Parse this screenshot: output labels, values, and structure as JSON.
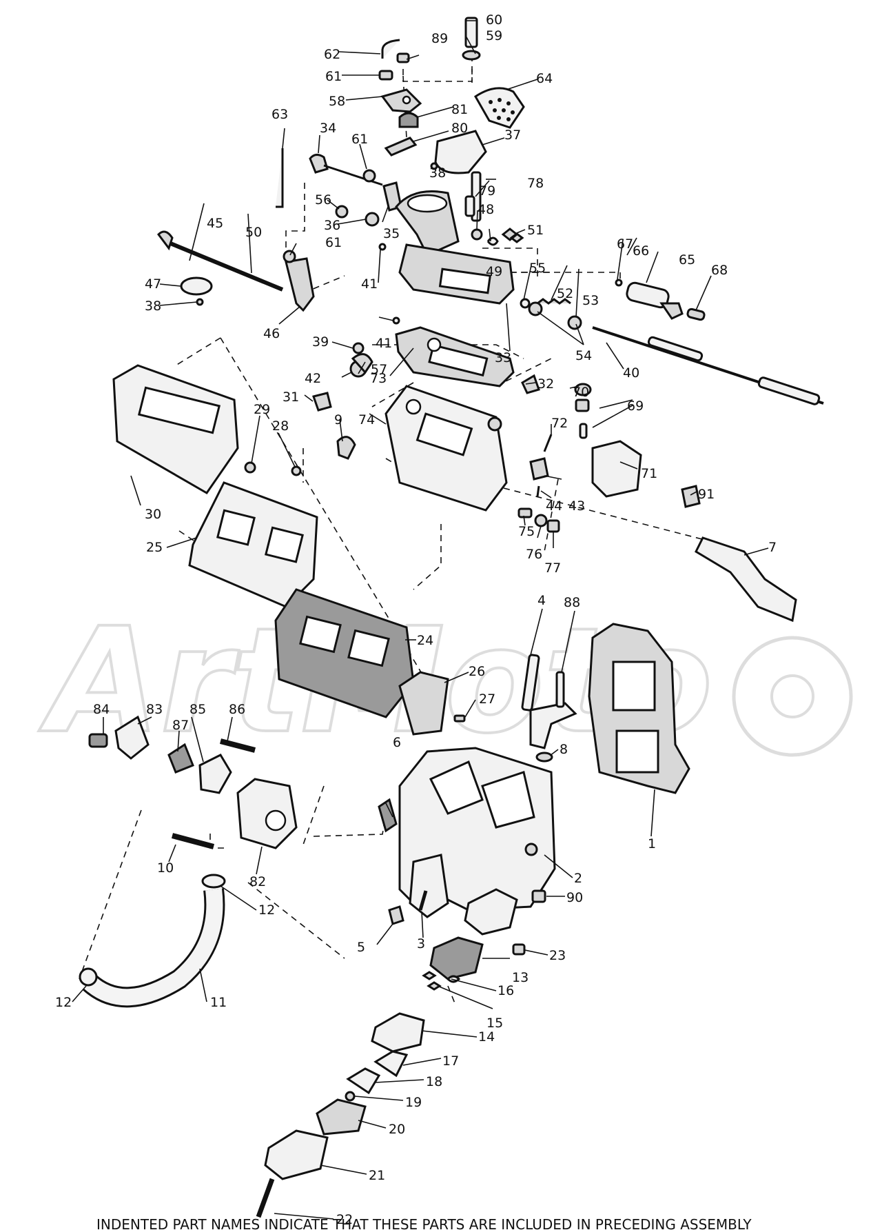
{
  "diagram": {
    "parts": [
      {
        "id": "p1",
        "label": "1"
      },
      {
        "id": "p2",
        "label": "2"
      },
      {
        "id": "p3",
        "label": "3"
      },
      {
        "id": "p4",
        "label": "4"
      },
      {
        "id": "p5",
        "label": "5"
      },
      {
        "id": "p6",
        "label": "6"
      },
      {
        "id": "p7",
        "label": "7"
      },
      {
        "id": "p8",
        "label": "8"
      },
      {
        "id": "p9",
        "label": "9"
      },
      {
        "id": "p10",
        "label": "10"
      },
      {
        "id": "p11",
        "label": "11"
      },
      {
        "id": "p12a",
        "label": "12"
      },
      {
        "id": "p12b",
        "label": "12"
      },
      {
        "id": "p13",
        "label": "13"
      },
      {
        "id": "p14",
        "label": "14"
      },
      {
        "id": "p15",
        "label": "15"
      },
      {
        "id": "p16",
        "label": "16"
      },
      {
        "id": "p17",
        "label": "17"
      },
      {
        "id": "p18",
        "label": "18"
      },
      {
        "id": "p19",
        "label": "19"
      },
      {
        "id": "p20",
        "label": "20"
      },
      {
        "id": "p21",
        "label": "21"
      },
      {
        "id": "p22",
        "label": "22"
      },
      {
        "id": "p23",
        "label": "23"
      },
      {
        "id": "p24",
        "label": "24"
      },
      {
        "id": "p25",
        "label": "25"
      },
      {
        "id": "p26",
        "label": "26"
      },
      {
        "id": "p27",
        "label": "27"
      },
      {
        "id": "p28",
        "label": "28"
      },
      {
        "id": "p29",
        "label": "29"
      },
      {
        "id": "p30",
        "label": "30"
      },
      {
        "id": "p31",
        "label": "31"
      },
      {
        "id": "p32",
        "label": "32"
      },
      {
        "id": "p33",
        "label": "33"
      },
      {
        "id": "p34",
        "label": "34"
      },
      {
        "id": "p35",
        "label": "35"
      },
      {
        "id": "p36",
        "label": "36"
      },
      {
        "id": "p37",
        "label": "37"
      },
      {
        "id": "p38a",
        "label": "38"
      },
      {
        "id": "p38b",
        "label": "38"
      },
      {
        "id": "p39",
        "label": "39"
      },
      {
        "id": "p40",
        "label": "40"
      },
      {
        "id": "p41a",
        "label": "41"
      },
      {
        "id": "p41b",
        "label": "41"
      },
      {
        "id": "p42",
        "label": "42"
      },
      {
        "id": "p43",
        "label": "43"
      },
      {
        "id": "p44",
        "label": "44"
      },
      {
        "id": "p45",
        "label": "45"
      },
      {
        "id": "p46",
        "label": "46"
      },
      {
        "id": "p47",
        "label": "47"
      },
      {
        "id": "p48",
        "label": "48"
      },
      {
        "id": "p49",
        "label": "49"
      },
      {
        "id": "p50",
        "label": "50"
      },
      {
        "id": "p51",
        "label": "51"
      },
      {
        "id": "p52",
        "label": "52"
      },
      {
        "id": "p53",
        "label": "53"
      },
      {
        "id": "p54",
        "label": "54"
      },
      {
        "id": "p55",
        "label": "55"
      },
      {
        "id": "p56",
        "label": "56"
      },
      {
        "id": "p57",
        "label": "57"
      },
      {
        "id": "p58",
        "label": "58"
      },
      {
        "id": "p59",
        "label": "59"
      },
      {
        "id": "p60",
        "label": "60"
      },
      {
        "id": "p61a",
        "label": "61"
      },
      {
        "id": "p61b",
        "label": "61"
      },
      {
        "id": "p61c",
        "label": "61"
      },
      {
        "id": "p62",
        "label": "62"
      },
      {
        "id": "p63",
        "label": "63"
      },
      {
        "id": "p64",
        "label": "64"
      },
      {
        "id": "p65",
        "label": "65"
      },
      {
        "id": "p66",
        "label": "66"
      },
      {
        "id": "p67",
        "label": "67"
      },
      {
        "id": "p68",
        "label": "68"
      },
      {
        "id": "p69",
        "label": "69"
      },
      {
        "id": "p70",
        "label": "70"
      },
      {
        "id": "p71",
        "label": "71"
      },
      {
        "id": "p72",
        "label": "72"
      },
      {
        "id": "p73",
        "label": "73"
      },
      {
        "id": "p74",
        "label": "74"
      },
      {
        "id": "p75",
        "label": "75"
      },
      {
        "id": "p76",
        "label": "76"
      },
      {
        "id": "p77",
        "label": "77"
      },
      {
        "id": "p78",
        "label": "78"
      },
      {
        "id": "p79",
        "label": "79"
      },
      {
        "id": "p80",
        "label": "80"
      },
      {
        "id": "p81",
        "label": "81"
      },
      {
        "id": "p82",
        "label": "82"
      },
      {
        "id": "p83",
        "label": "83"
      },
      {
        "id": "p84",
        "label": "84"
      },
      {
        "id": "p85",
        "label": "85"
      },
      {
        "id": "p86",
        "label": "86"
      },
      {
        "id": "p87",
        "label": "87"
      },
      {
        "id": "p88",
        "label": "88"
      },
      {
        "id": "p89",
        "label": "89"
      },
      {
        "id": "p90",
        "label": "90"
      },
      {
        "id": "p91",
        "label": "91"
      }
    ],
    "watermark": "ArtMoto",
    "footer_note": "INDENTED PART NAMES INDICATE THAT THESE PARTS ARE INCLUDED IN PRECEDING ASSEMBLY"
  }
}
